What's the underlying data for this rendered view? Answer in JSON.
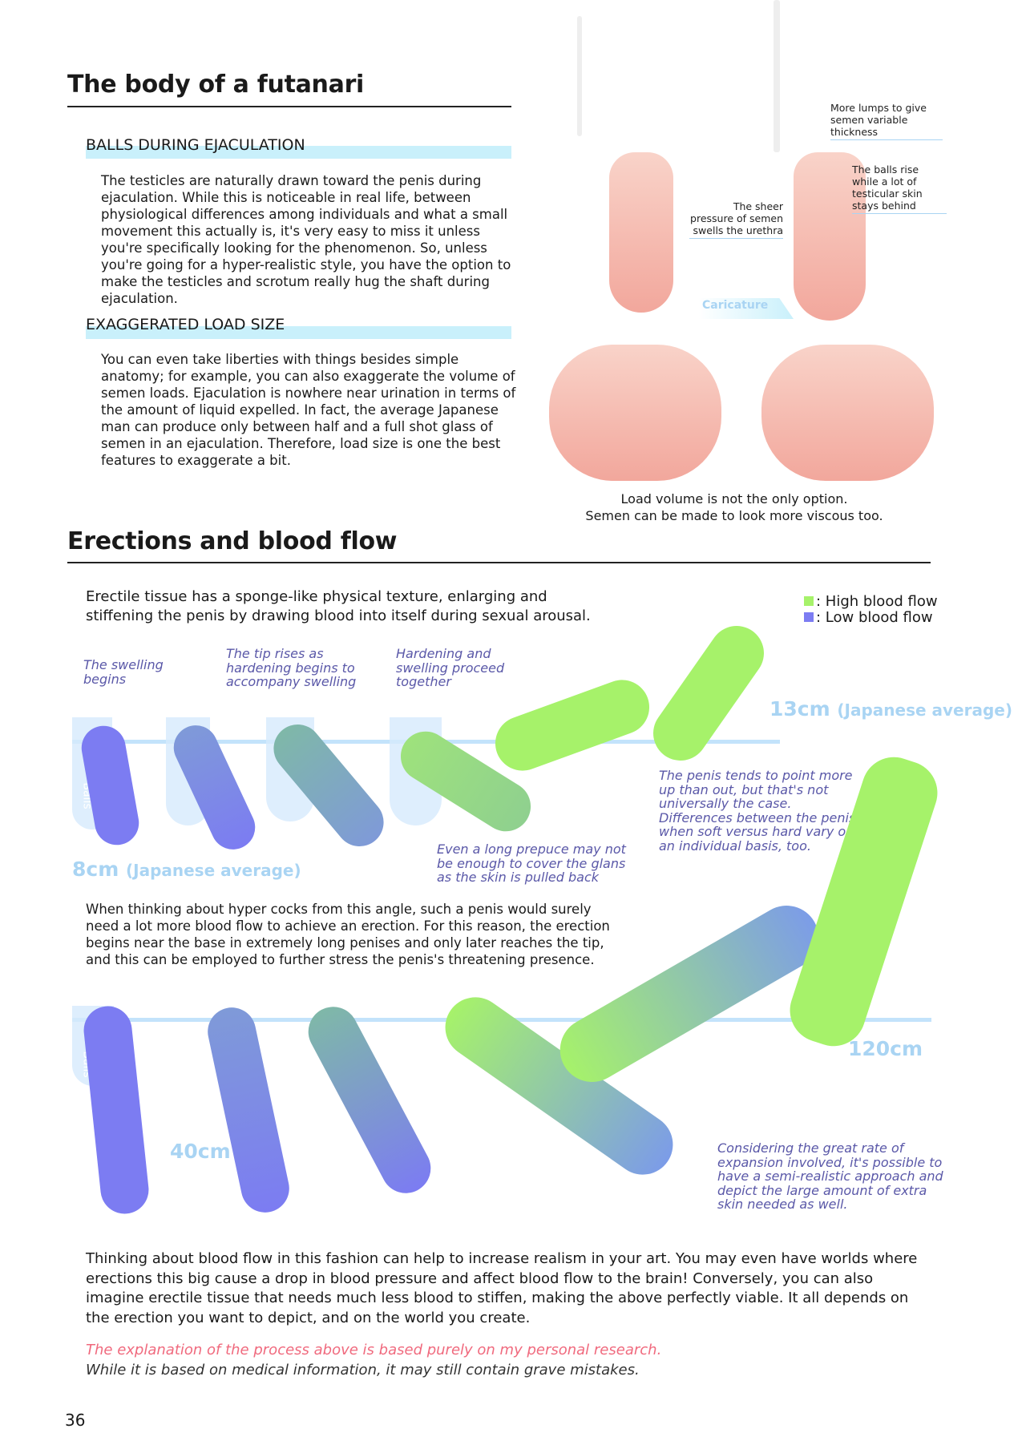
{
  "section1": {
    "title": "The body of a futanari",
    "sub1": "BALLS DURING EJACULATION",
    "para1": "The testicles are naturally drawn toward the penis during ejaculation. While this is noticeable in real life, between physiological differences among individuals and what a small movement this actually is, it's very easy to miss it unless you're specifically looking for the phenomenon. So, unless you're going for a hyper-realistic style, you have the option to make the testicles and scrotum really hug the shaft during ejaculation.",
    "sub2": "EXAGGERATED LOAD SIZE",
    "para2": "You can even take liberties with things besides simple anatomy; for example, you can also exaggerate the volume of semen loads. Ejaculation is nowhere near urination in terms of the amount of liquid expelled. In fact, the average Japanese man can produce only between half and a full shot glass of semen in an ejaculation. Therefore, load size is one the best features to exaggerate a bit.",
    "note_lumps": "More lumps to give semen variable thickness",
    "note_balls": "The balls rise while a lot of testicular skin stays behind",
    "note_pressure": "The sheer pressure of semen swells the urethra",
    "caricature": "Caricature",
    "caption_line1": "Load volume is not the only option.",
    "caption_line2": "Semen can be made to look more viscous too."
  },
  "section2": {
    "title": "Erections and blood flow",
    "intro": "Erectile tissue has a sponge-like physical texture, enlarging and stiffening the penis by drawing blood into itself during sexual arousal.",
    "legend": [
      {
        "label": ": High blood flow",
        "color": "#a6f26a"
      },
      {
        "label": ": Low blood flow",
        "color": "#7c7cf2"
      }
    ],
    "stage_labels": [
      "The swelling begins",
      "The tip rises as hardening begins to accompany swelling",
      "Hardening and swelling proceed together"
    ],
    "balls_label": "Balls",
    "m13": "13cm",
    "m13_note": "(Japanese average)",
    "m8": "8cm",
    "m8_note": "(Japanese average)",
    "prepuce_note": "Even a long prepuce may not be enough to cover the glans as the skin is pulled back",
    "direction_note": "The penis tends to point more up than out, but that's not universally the case. Differences between the penis when soft versus hard vary on an individual basis, too.",
    "hyper_para": "When thinking about hyper cocks from this angle, such a penis would surely need a lot more blood flow to achieve an erection. For this reason, the erection begins near the base in extremely long penises and only later reaches the tip, and this can be employed to further stress the penis's threatening presence.",
    "m120": "120cm",
    "m40": "40cm",
    "skin_note": "Considering the great rate of expansion involved, it's possible to have a semi-realistic approach and depict the large amount of extra skin needed as well.",
    "closing": "Thinking about blood flow in this fashion can help to increase realism in your art. You may even have worlds where erections this big cause a drop in blood pressure and affect blood flow to the brain! Conversely, you can also imagine erectile tissue that needs much less blood to stiffen, making the above perfectly viable. It all depends on the erection you want to depict, and on the world you create.",
    "disclaimer1": "The explanation of the process above is based purely on my personal research.",
    "disclaimer2": "While it is based on medical information, it may still contain grave mistakes."
  },
  "page_number": "36"
}
